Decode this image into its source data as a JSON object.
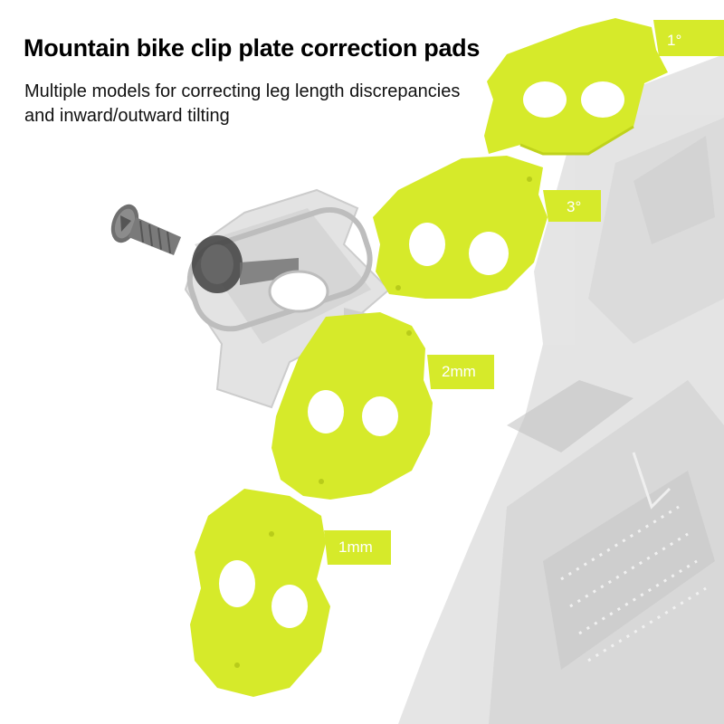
{
  "title": "Mountain bike clip plate correction pads",
  "subtitle_line1": "Multiple models for correcting leg length discrepancies",
  "subtitle_line2": "and inward/outward tilting",
  "labels": {
    "pad_1deg": "1°",
    "pad_3deg": "3°",
    "pad_2mm": "2mm",
    "pad_1mm": "1mm"
  },
  "colors": {
    "pad": "#d6ea2a",
    "pad_shadow": "#c2d61e",
    "background_shoe": "#e4e4e4"
  }
}
